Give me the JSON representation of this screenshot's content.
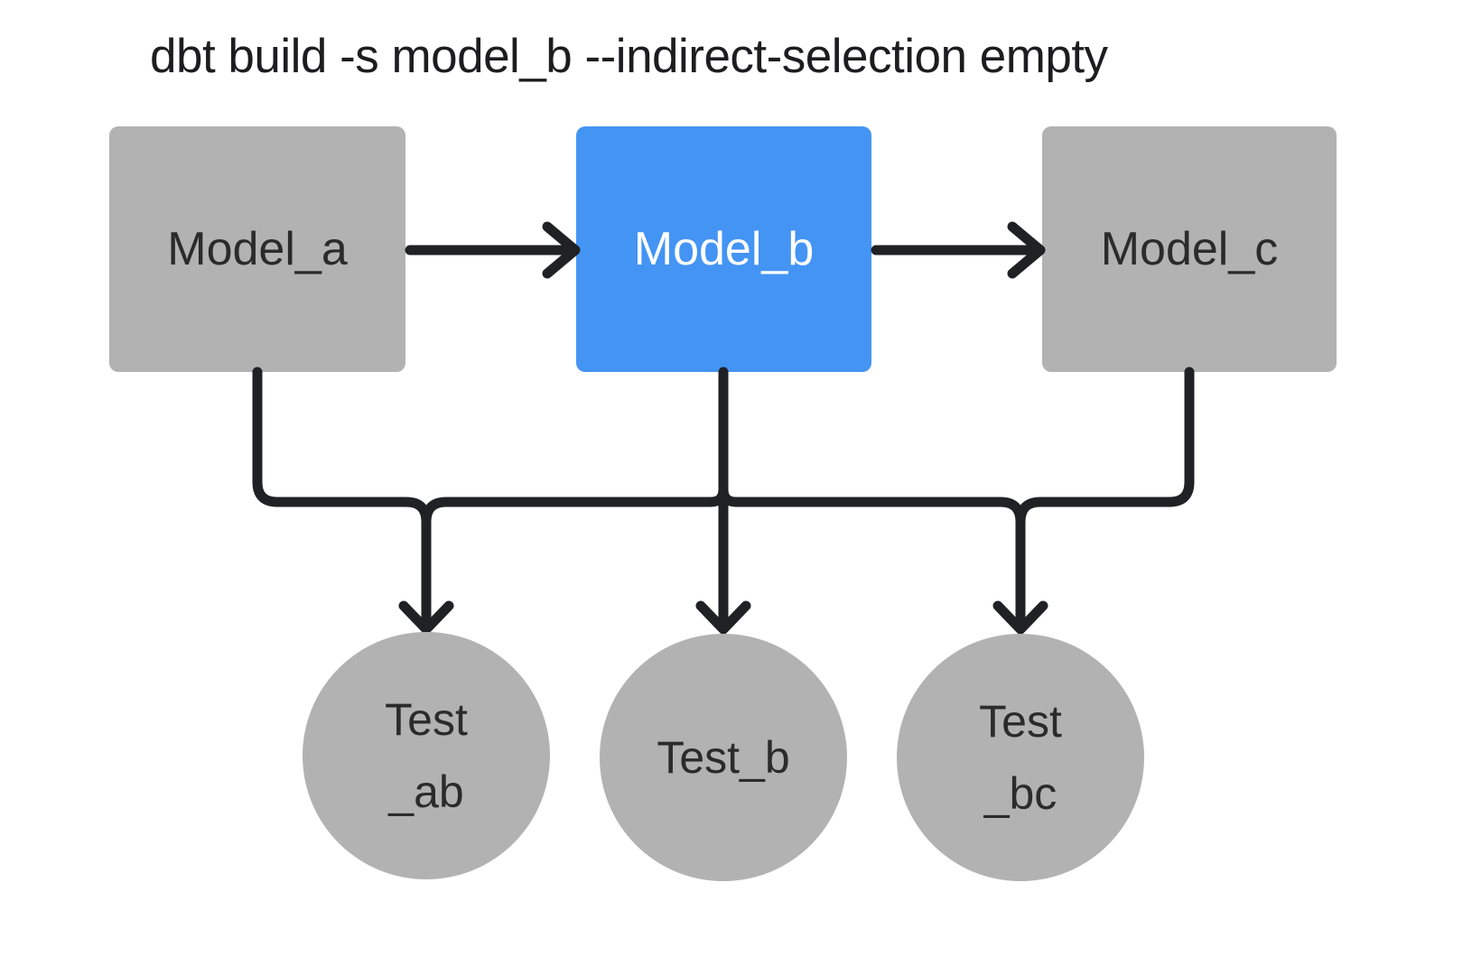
{
  "title": "dbt build -s model_b --indirect-selection empty",
  "colors": {
    "canvas_bg": "#ffffff",
    "node_gray": "#b2b2b2",
    "selected_blue": "#4494f4",
    "edge": "#202124",
    "node_text": "#2b2b2b",
    "selected_text": "#ffffff",
    "title_text": "#1d1d1f"
  },
  "models": [
    {
      "id": "model_a",
      "label": "Model_a",
      "selected": false
    },
    {
      "id": "model_b",
      "label": "Model_b",
      "selected": true
    },
    {
      "id": "model_c",
      "label": "Model_c",
      "selected": false
    }
  ],
  "tests": [
    {
      "id": "test_ab",
      "lines": [
        "Test",
        "_ab"
      ]
    },
    {
      "id": "test_b",
      "lines": [
        "Test_b"
      ]
    },
    {
      "id": "test_bc",
      "lines": [
        "Test",
        "_bc"
      ]
    }
  ],
  "edges": [
    "model_a -> model_b",
    "model_b -> model_c",
    "model_a -> test_ab",
    "model_b -> test_ab",
    "model_b -> test_b",
    "model_b -> test_bc",
    "model_c -> test_bc"
  ]
}
